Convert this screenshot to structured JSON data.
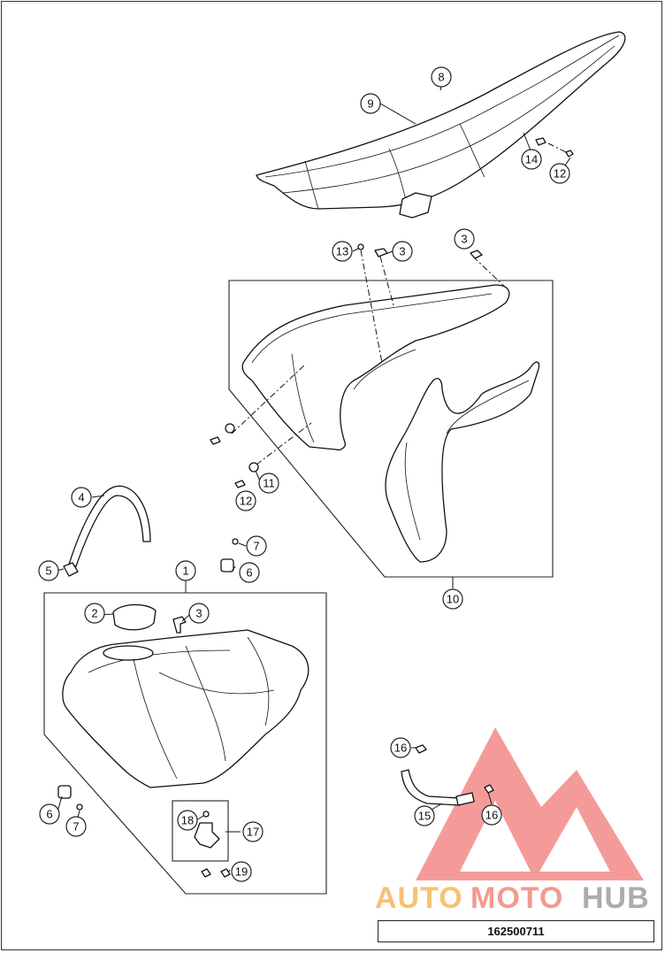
{
  "diagram_code": "162500711",
  "watermark": {
    "part1": "AUTO",
    "part2": "MOTO",
    "part3": "HUB",
    "color1": "#F5B75E",
    "color2": "#F08A7C",
    "color3": "#9E9E9E",
    "logo_color": "#F07A78"
  },
  "callouts": [
    {
      "id": "c1",
      "label": "1"
    },
    {
      "id": "c2",
      "label": "2"
    },
    {
      "id": "c3a",
      "label": "3"
    },
    {
      "id": "c3b",
      "label": "3"
    },
    {
      "id": "c3c",
      "label": "3"
    },
    {
      "id": "c4",
      "label": "4"
    },
    {
      "id": "c5",
      "label": "5"
    },
    {
      "id": "c6a",
      "label": "6"
    },
    {
      "id": "c6b",
      "label": "6"
    },
    {
      "id": "c7a",
      "label": "7"
    },
    {
      "id": "c7b",
      "label": "7"
    },
    {
      "id": "c8",
      "label": "8"
    },
    {
      "id": "c9",
      "label": "9"
    },
    {
      "id": "c10",
      "label": "10"
    },
    {
      "id": "c11",
      "label": "11"
    },
    {
      "id": "c12a",
      "label": "12"
    },
    {
      "id": "c12b",
      "label": "12"
    },
    {
      "id": "c13",
      "label": "13"
    },
    {
      "id": "c14",
      "label": "14"
    },
    {
      "id": "c15",
      "label": "15"
    },
    {
      "id": "c16a",
      "label": "16"
    },
    {
      "id": "c16b",
      "label": "16"
    },
    {
      "id": "c17",
      "label": "17"
    },
    {
      "id": "c18",
      "label": "18"
    },
    {
      "id": "c19",
      "label": "19"
    }
  ]
}
